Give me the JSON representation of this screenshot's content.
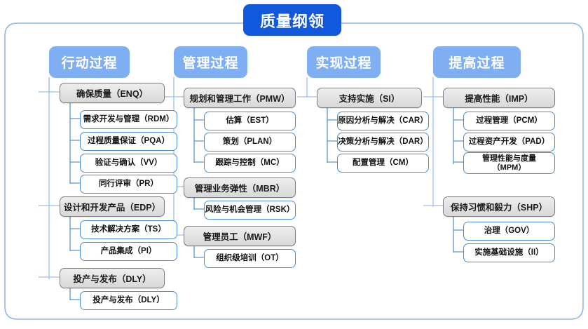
{
  "diagram": {
    "title": "质量纲领",
    "outer_frame": "rounded-rectangle",
    "colors": {
      "title_box": "#1158DD",
      "column_header": "#7FAFF2",
      "group_box_border": "#7D7D7D",
      "group_box_fill": "#E4E4E4",
      "leaf_border": "#4A8FD4",
      "leaf_fill": "#FFFFFF",
      "connector": "#8FB8E8",
      "frame_border": "#8FB8E8"
    },
    "columns": [
      {
        "header": "行动过程",
        "groups": [
          {
            "label": "确保质量（ENQ）",
            "items": [
              "需求开发与管理（RDM）",
              "过程质量保证（PQA）",
              "验证与确认（VV）",
              "同行评审（PR）"
            ]
          },
          {
            "label": "设计和开发产品（EDP）",
            "items": [
              "技术解决方案（TS）",
              "产品集成（PI）"
            ]
          },
          {
            "label": "投产与发布（DLY）",
            "items": [
              "投产与发布（DLY）"
            ]
          }
        ]
      },
      {
        "header": "管理过程",
        "groups": [
          {
            "label": "规划和管理工作（PMW）",
            "items": [
              "估算（EST）",
              "策划（PLAN）",
              "跟踪与控制（MC）"
            ]
          },
          {
            "label": "管理业务弹性（MBR）",
            "items": [
              "风险与机会管理（RSK）"
            ]
          },
          {
            "label": "管理员工（MWF）",
            "items": [
              "组织级培训（OT）"
            ]
          }
        ]
      },
      {
        "header": "实现过程",
        "groups": [
          {
            "label": "支持实施（SI）",
            "items": [
              "原因分析与解决（CAR）",
              "决策分析与解决（DAR）",
              "配置管理（CM）"
            ]
          }
        ]
      },
      {
        "header": "提高过程",
        "groups": [
          {
            "label": "提高性能（IMP）",
            "items": [
              "过程管理（PCM）",
              "过程资产开发（PAD）",
              "管理性能与度量\n（MPM）"
            ]
          },
          {
            "label": "保持习惯和毅力（SHP）",
            "items": [
              "治理（GOV）",
              "实施基础设施（II）"
            ]
          }
        ]
      }
    ]
  }
}
